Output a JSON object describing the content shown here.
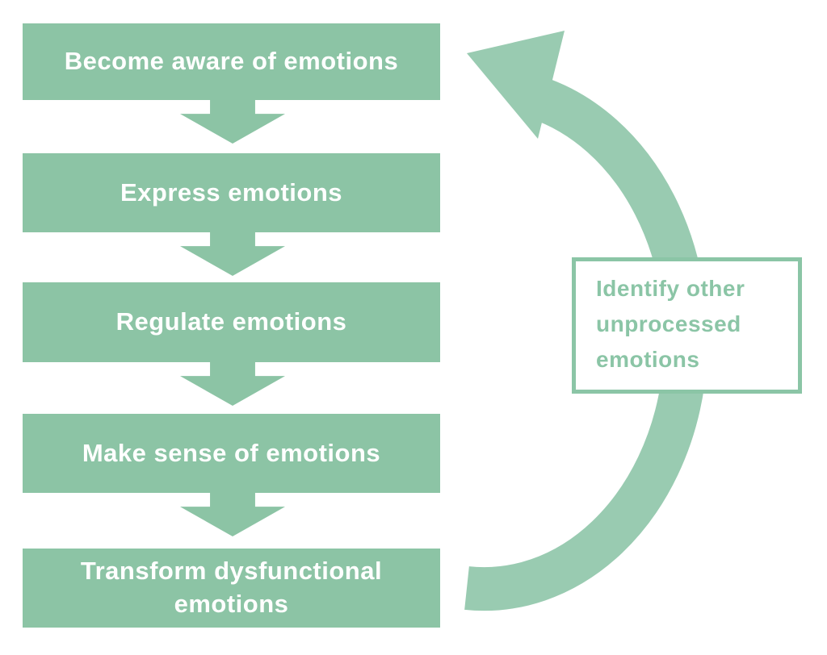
{
  "diagram": {
    "type": "flowchart",
    "title": "",
    "flow_steps": [
      {
        "label": "Become aware of emotions"
      },
      {
        "label": "Express emotions"
      },
      {
        "label": "Regulate emotions"
      },
      {
        "label": "Make sense of emotions"
      },
      {
        "label": "Transform dysfunctional emotions"
      }
    ],
    "loop_label": {
      "text": "Identify other unprocessed emotions",
      "lines": [
        "Identify other",
        "unprocessed",
        "emotions"
      ]
    },
    "colors": {
      "step_box_green": "#8CC4A5",
      "connector_green": "#8CC4A5",
      "loop_arrow_green": "#99CBB1",
      "loop_label_green": "#8BC5A6",
      "step_text_color": "#FFFFFF",
      "background": "#FFFFFF"
    }
  }
}
